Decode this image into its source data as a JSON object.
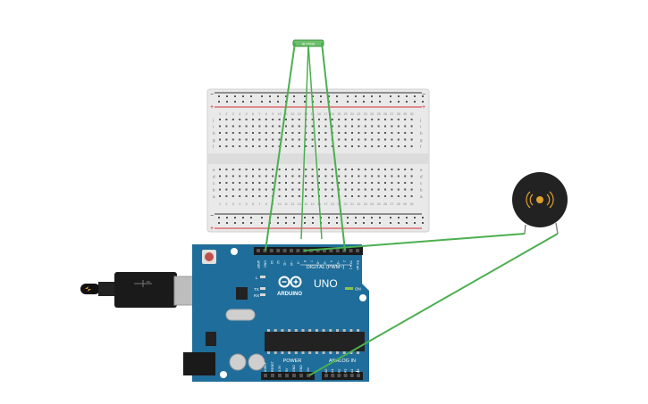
{
  "sensor": {
    "label": "IR SENS"
  },
  "breadboard": {
    "row_letters_top": [
      "j",
      "i",
      "h",
      "g",
      "f"
    ],
    "row_letters_bottom": [
      "e",
      "d",
      "c",
      "b",
      "a"
    ],
    "column_count": 30,
    "rail_plus": "+",
    "rail_minus": "−"
  },
  "arduino": {
    "brand": "ARDUINO",
    "model": "UNO",
    "digital_label": "DIGITAL (PWM~)",
    "power_label": "POWER",
    "analog_label": "ANALOG IN",
    "on_label": "ON",
    "led_l": "L",
    "led_tx": "TX",
    "led_rx": "RX",
    "digital_pins": [
      "AREF",
      "GND",
      "13",
      "12",
      "~11",
      "~10",
      "~9",
      "8",
      "7",
      "~6",
      "~5",
      "4",
      "~3",
      "2",
      "TX►1",
      "RX◄0"
    ],
    "power_pins": [
      "IOREF",
      "RESET",
      "3.3V",
      "5V",
      "GND",
      "GND",
      "Vin"
    ],
    "analog_pins": [
      "A0",
      "A1",
      "A2",
      "A3",
      "A4",
      "A5"
    ]
  },
  "colors": {
    "board": "#1f6d9a",
    "board_dark": "#17557a",
    "wire": "#4caf50",
    "breadboard": "#e9e9e9",
    "rail_red": "#d32f2f",
    "rail_black": "#333333",
    "buzzer": "#222222",
    "buzzer_center": "#e0a030",
    "sensor": "#6cc26c"
  }
}
